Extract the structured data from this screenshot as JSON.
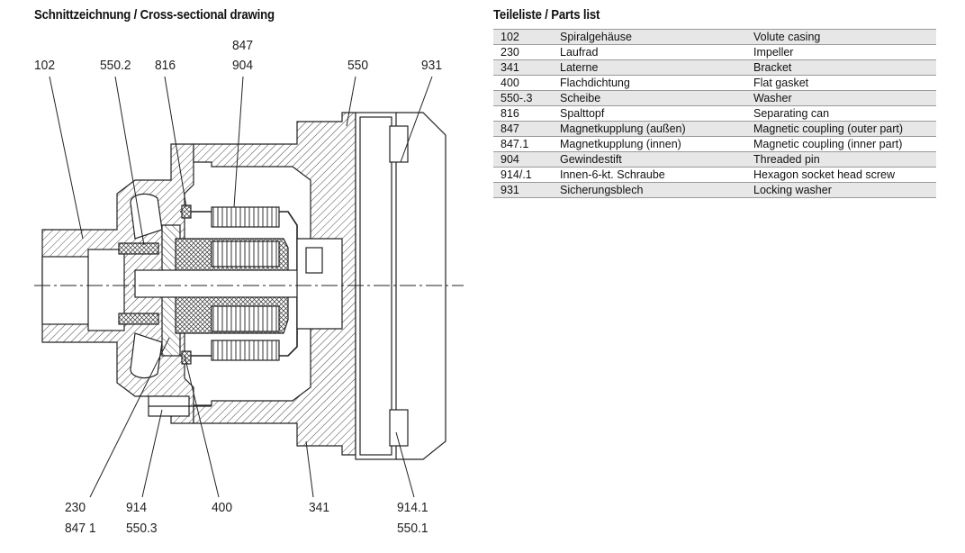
{
  "drawing": {
    "title": "Schnittzeichnung / Cross-sectional drawing",
    "callouts_top": [
      "102",
      "550.2",
      "816",
      "847",
      "904",
      "550",
      "931"
    ],
    "callouts_bottom": [
      {
        "line1": "230",
        "line2": "847 1"
      },
      {
        "line1": "914",
        "line2": "550.3"
      },
      {
        "line1": "400",
        "line2": ""
      },
      {
        "line1": "341",
        "line2": ""
      },
      {
        "line1": "914.1",
        "line2": "550.1"
      }
    ]
  },
  "parts_list": {
    "title": "Teileliste / Parts list",
    "rows": [
      {
        "no": "102",
        "de": "Spiralgehäuse",
        "en": "Volute casing"
      },
      {
        "no": "230",
        "de": "Laufrad",
        "en": "Impeller"
      },
      {
        "no": "341",
        "de": "Laterne",
        "en": "Bracket"
      },
      {
        "no": "400",
        "de": "Flachdichtung",
        "en": "Flat gasket"
      },
      {
        "no": "550-.3",
        "de": "Scheibe",
        "en": "Washer"
      },
      {
        "no": "816",
        "de": "Spalttopf",
        "en": "Separating can"
      },
      {
        "no": "847",
        "de": "Magnetkupplung (außen)",
        "en": "Magnetic coupling (outer part)"
      },
      {
        "no": "847.1",
        "de": "Magnetkupplung (innen)",
        "en": "Magnetic coupling (inner part)"
      },
      {
        "no": "904",
        "de": "Gewindestift",
        "en": "Threaded pin"
      },
      {
        "no": "914/.1",
        "de": "Innen-6-kt. Schraube",
        "en": "Hexagon socket head screw"
      },
      {
        "no": "931",
        "de": "Sicherungsblech",
        "en": "Locking washer"
      }
    ]
  }
}
